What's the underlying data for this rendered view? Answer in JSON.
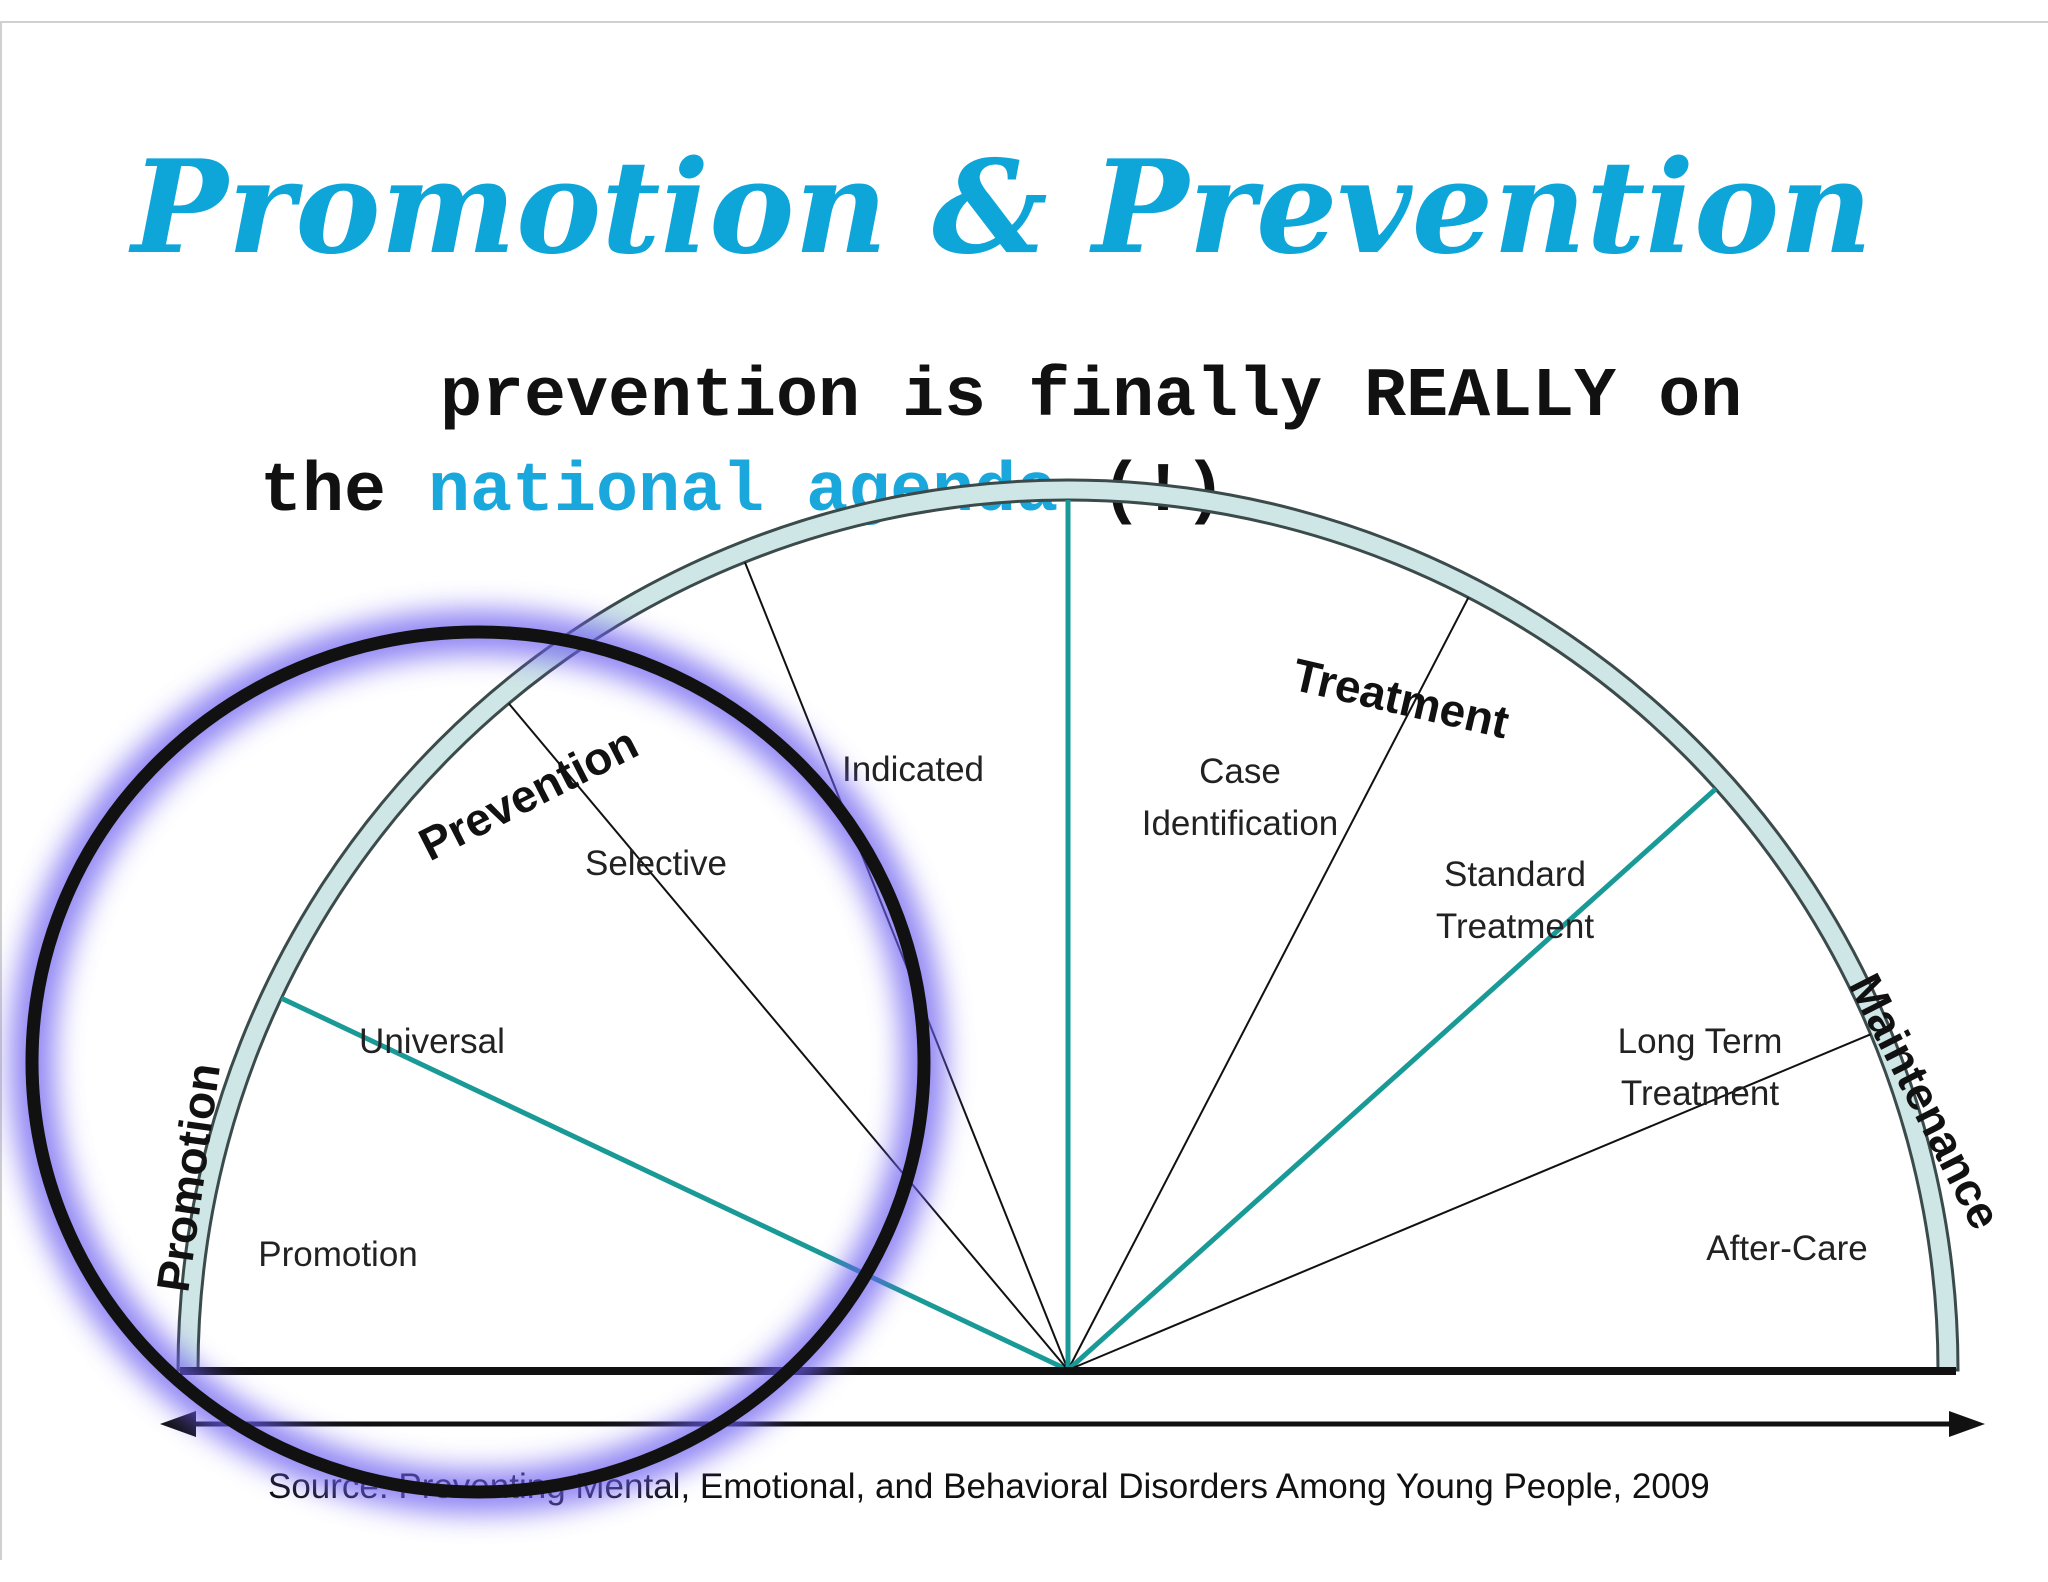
{
  "slide": {
    "title": "Promotion & Prevention",
    "subtitle": {
      "line1": "prevention is finally REALLY on",
      "line2_prefix": "the ",
      "line2_highlight": "national agenda",
      "line2_suffix": " (!)"
    },
    "source": "Source: Preventing Mental, Emotional, and Behavioral Disorders Among Young People, 2009"
  },
  "colors": {
    "title": "#0ea5d9",
    "highlight": "#1aa7dc",
    "text": "#111111",
    "arc_fill": "#cfe6e6",
    "arc_stroke": "#3b4a4a",
    "teal_divider": "#1a9a96",
    "thin_divider": "#111111",
    "ring": "#111111",
    "ring_glow": "#6a5cf0"
  },
  "diagram": {
    "categories": [
      {
        "label": "Promotion"
      },
      {
        "label": "Prevention"
      },
      {
        "label": "Treatment"
      },
      {
        "label": "Maintenance"
      }
    ],
    "segments": [
      {
        "label": "Promotion"
      },
      {
        "label": "Universal"
      },
      {
        "label": "Selective"
      },
      {
        "label": "Indicated"
      },
      {
        "label_lines": [
          "Case",
          "Identification"
        ]
      },
      {
        "label_lines": [
          "Standard",
          "Treatment"
        ]
      },
      {
        "label_lines": [
          "Long Term",
          "Treatment"
        ]
      },
      {
        "label": "After-Care"
      }
    ]
  }
}
